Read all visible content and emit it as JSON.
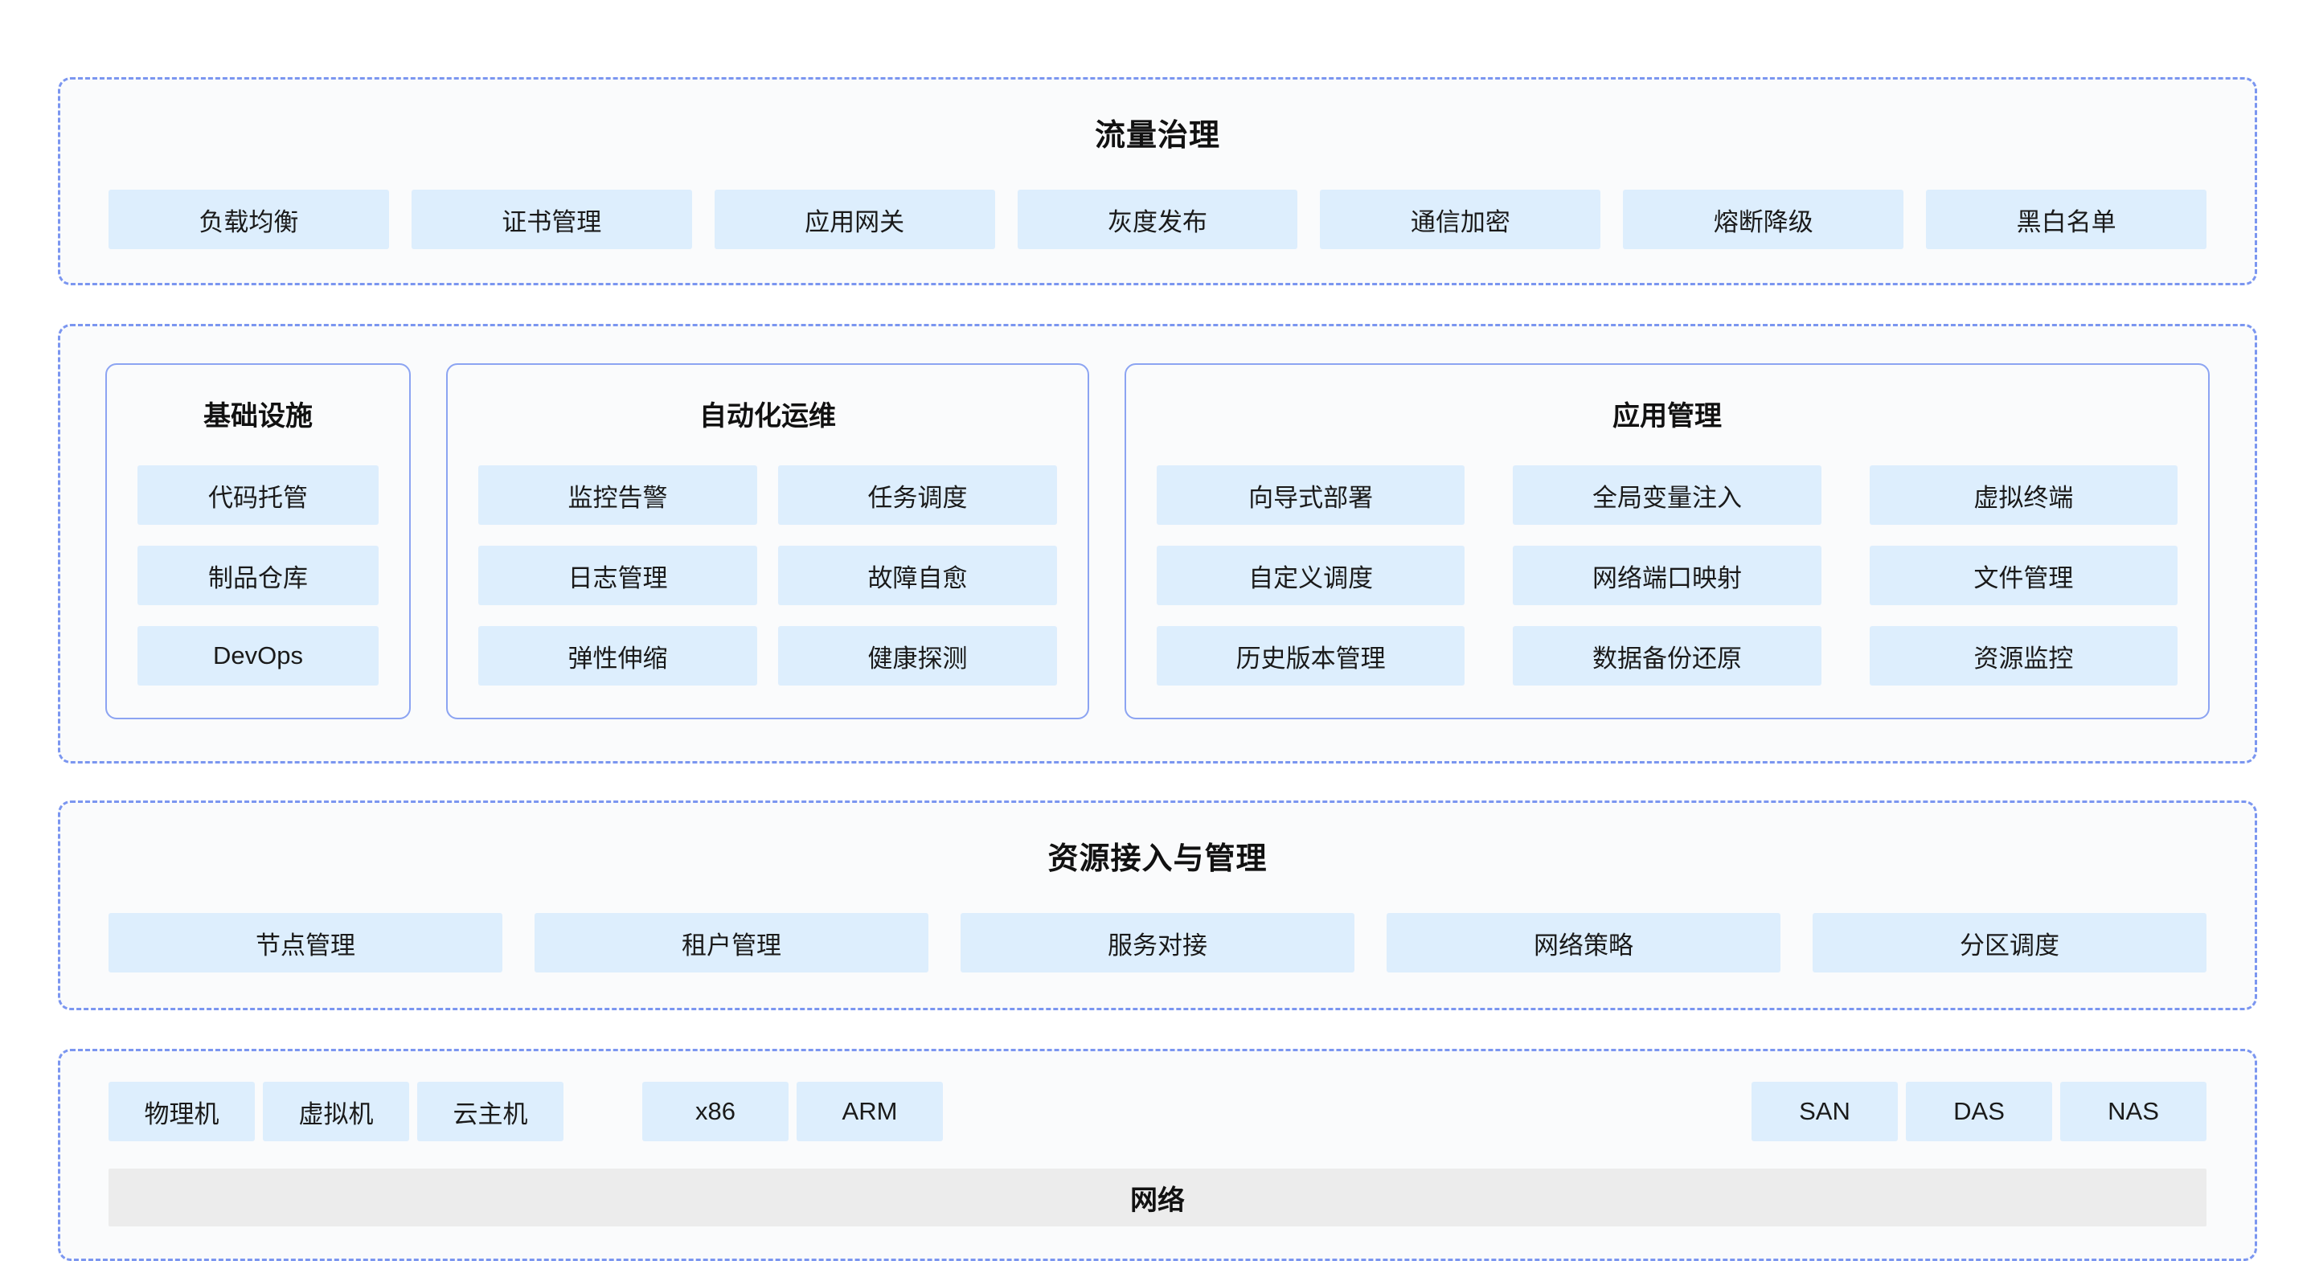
{
  "colors": {
    "page_background": "#ffffff",
    "section_border": "#7b96f0",
    "section_background": "#fafbfc",
    "card_border": "#8ca4f2",
    "chip_background": "#ddeefd",
    "text": "#111111",
    "network_bar_background": "#ececec"
  },
  "sections": {
    "traffic": {
      "title": "流量治理",
      "chips": [
        "负载均衡",
        "证书管理",
        "应用网关",
        "灰度发布",
        "通信加密",
        "熔断降级",
        "黑白名单"
      ]
    },
    "platform": {
      "cards": [
        {
          "title": "基础设施",
          "columns": 1,
          "chips": [
            "代码托管",
            "制品仓库",
            "DevOps"
          ]
        },
        {
          "title": "自动化运维",
          "columns": 2,
          "chips": [
            "监控告警",
            "任务调度",
            "日志管理",
            "故障自愈",
            "弹性伸缩",
            "健康探测"
          ]
        },
        {
          "title": "应用管理",
          "columns": 3,
          "chips": [
            "向导式部署",
            "全局变量注入",
            "虚拟终端",
            "自定义调度",
            "网络端口映射",
            "文件管理",
            "历史版本管理",
            "数据备份还原",
            "资源监控"
          ]
        }
      ]
    },
    "resource": {
      "title": "资源接入与管理",
      "chips": [
        "节点管理",
        "租户管理",
        "服务对接",
        "网络策略",
        "分区调度"
      ]
    },
    "hardware": {
      "groups": [
        {
          "name": "compute",
          "chips": [
            "物理机",
            "虚拟机",
            "云主机"
          ]
        },
        {
          "name": "architecture",
          "chips": [
            "x86",
            "ARM"
          ]
        },
        {
          "name": "storage",
          "chips": [
            "SAN",
            "DAS",
            "NAS"
          ]
        }
      ],
      "network_bar_label": "网络"
    }
  }
}
